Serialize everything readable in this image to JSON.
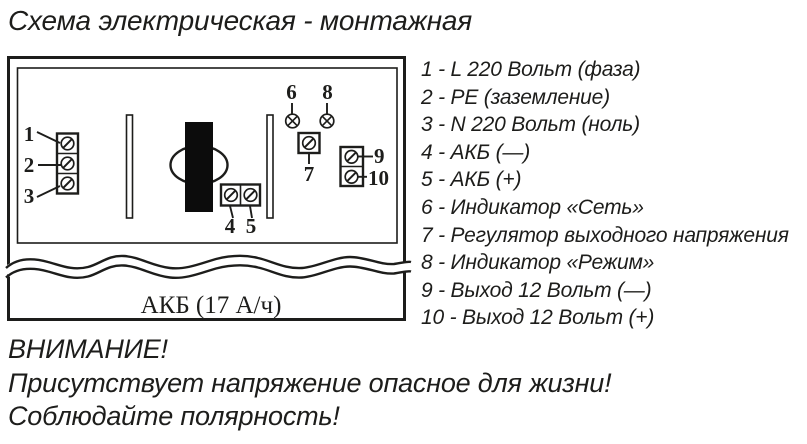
{
  "title": "Схема электрическая - монтажная",
  "diagram": {
    "battery_label": "АКБ (17 А/ч)",
    "markers": [
      "1",
      "2",
      "3",
      "4",
      "5",
      "6",
      "7",
      "8",
      "9",
      "10"
    ]
  },
  "legend": {
    "items": [
      "1 - L 220 Вольт (фаза)",
      "2 - PE (заземление)",
      "3 - N 220 Вольт (ноль)",
      "4 - АКБ (—)",
      "5 - АКБ (+)",
      "6 - Индикатор «Сеть»",
      "7 - Регулятор выходного напряжения",
      "8 - Индикатор «Режим»",
      "9 - Выход 12 Вольт (—)",
      "10 - Выход 12 Вольт (+)"
    ]
  },
  "warnings": {
    "line1": "ВНИМАНИЕ!",
    "line2": "Присутствует напряжение опасное для жизни!",
    "line3": "Соблюдайте полярность!"
  },
  "colors": {
    "ink": "#1d1d1b",
    "background": "#ffffff",
    "transformer_fill": "#0c0c0c"
  }
}
